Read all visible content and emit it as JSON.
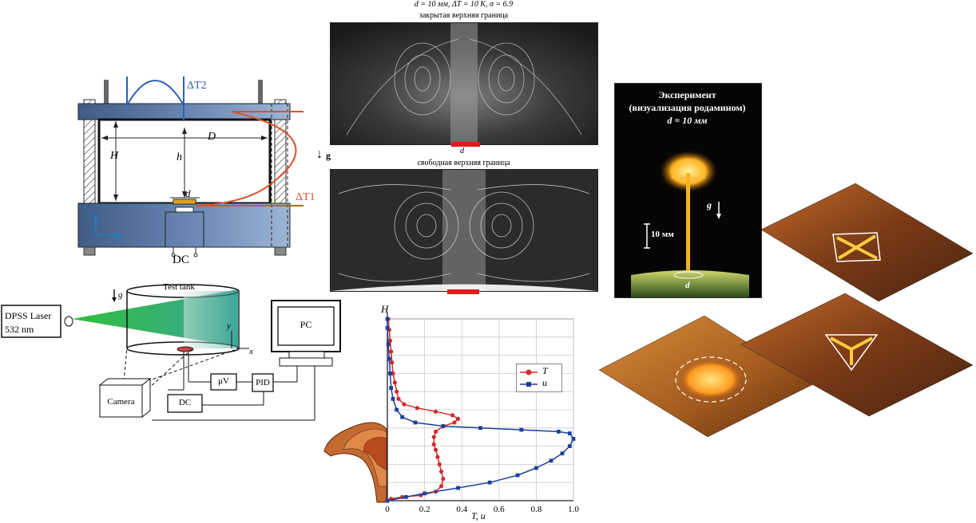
{
  "top_caption": "d = 10 мм, ΔT = 10 K, σ = 6.9",
  "panel_closed": {
    "label": "закрытая верхняя граница",
    "d_label": "d"
  },
  "panel_free": {
    "label": "свободная верхняя граница"
  },
  "gravity_label": "g",
  "schematic": {
    "dt2": "ΔT2",
    "dt1": "ΔT1",
    "H": "H",
    "D": "D",
    "h": "h",
    "d": "d",
    "x": "x",
    "y": "y",
    "dc": "DC"
  },
  "setup": {
    "laser_line1": "DPSS Laser",
    "laser_line2": "532 nm",
    "tank": "Test tank",
    "g": "g",
    "pc": "PC",
    "camera": "Camera",
    "uv": "μV",
    "pid": "PID",
    "dc": "DC",
    "x": "x",
    "y": "y"
  },
  "experiment": {
    "title_line1": "Эксперимент",
    "title_line2": "(визуализация родамином)",
    "title_line3": "d = 10 мм",
    "g": "g",
    "scale": "10 мм",
    "d": "d"
  },
  "chart_data": {
    "type": "line",
    "ylabel": "H",
    "xlabel": "T, u",
    "xlim": [
      0,
      1.0
    ],
    "x_ticks": [
      "0",
      "0.2",
      "0.4",
      "0.6",
      "0.8",
      "1.0"
    ],
    "grid": true,
    "legend_position": "right",
    "series": [
      {
        "name": "T",
        "color": "#d42a2a",
        "marker": "circle",
        "points": [
          [
            0.0,
            0.0
          ],
          [
            0.02,
            0.01
          ],
          [
            0.08,
            0.02
          ],
          [
            0.18,
            0.03
          ],
          [
            0.26,
            0.05
          ],
          [
            0.29,
            0.08
          ],
          [
            0.3,
            0.12
          ],
          [
            0.29,
            0.16
          ],
          [
            0.28,
            0.2
          ],
          [
            0.27,
            0.24
          ],
          [
            0.26,
            0.28
          ],
          [
            0.25,
            0.31
          ],
          [
            0.25,
            0.35
          ],
          [
            0.26,
            0.38
          ],
          [
            0.3,
            0.41
          ],
          [
            0.36,
            0.43
          ],
          [
            0.38,
            0.45
          ],
          [
            0.35,
            0.47
          ],
          [
            0.26,
            0.49
          ],
          [
            0.16,
            0.51
          ],
          [
            0.09,
            0.53
          ],
          [
            0.06,
            0.56
          ],
          [
            0.05,
            0.6
          ],
          [
            0.04,
            0.65
          ],
          [
            0.03,
            0.7
          ],
          [
            0.025,
            0.76
          ],
          [
            0.02,
            0.82
          ],
          [
            0.015,
            0.88
          ],
          [
            0.01,
            0.94
          ],
          [
            0.005,
            1.0
          ]
        ]
      },
      {
        "name": "u",
        "color": "#1f3f9a",
        "marker": "square",
        "points": [
          [
            0.0,
            0.0
          ],
          [
            0.1,
            0.02
          ],
          [
            0.2,
            0.04
          ],
          [
            0.38,
            0.07
          ],
          [
            0.55,
            0.1
          ],
          [
            0.7,
            0.14
          ],
          [
            0.8,
            0.18
          ],
          [
            0.88,
            0.22
          ],
          [
            0.94,
            0.26
          ],
          [
            0.98,
            0.3
          ],
          [
            1.0,
            0.34
          ],
          [
            0.98,
            0.37
          ],
          [
            0.92,
            0.38
          ],
          [
            0.72,
            0.39
          ],
          [
            0.5,
            0.4
          ],
          [
            0.3,
            0.41
          ],
          [
            0.15,
            0.43
          ],
          [
            0.08,
            0.46
          ],
          [
            0.05,
            0.5
          ],
          [
            0.03,
            0.56
          ],
          [
            0.02,
            0.62
          ],
          [
            0.015,
            0.7
          ],
          [
            0.01,
            0.78
          ],
          [
            0.005,
            0.86
          ],
          [
            0.0,
            0.95
          ],
          [
            0.0,
            1.0
          ]
        ]
      }
    ]
  }
}
